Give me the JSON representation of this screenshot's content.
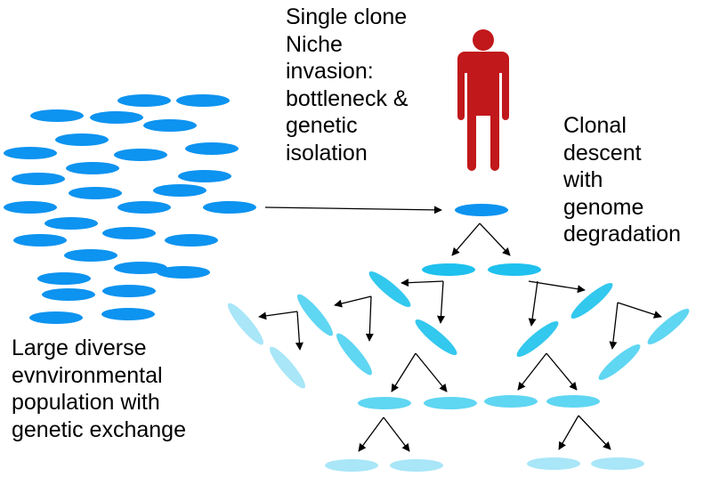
{
  "labels": {
    "invasion": [
      "Single clone",
      "Niche",
      "invasion:",
      "bottleneck &",
      "genetic",
      "isolation"
    ],
    "descent": [
      "Clonal",
      "descent",
      "with",
      "genome",
      "degradation"
    ],
    "population": [
      "Large diverse",
      "evnvironmental",
      "population with",
      "genetic exchange"
    ]
  },
  "colors": {
    "population_cell": "#0d93f0",
    "gen1_cell": "#1ec0ee",
    "gen2_cell": "#33c8ee",
    "gen3_cell": "#5fd6f2",
    "gen4_cell": "#a8e6f8",
    "human_figure": "#c1181b",
    "arrow": "#000000"
  },
  "icons": {
    "host": "human-figure-icon"
  }
}
